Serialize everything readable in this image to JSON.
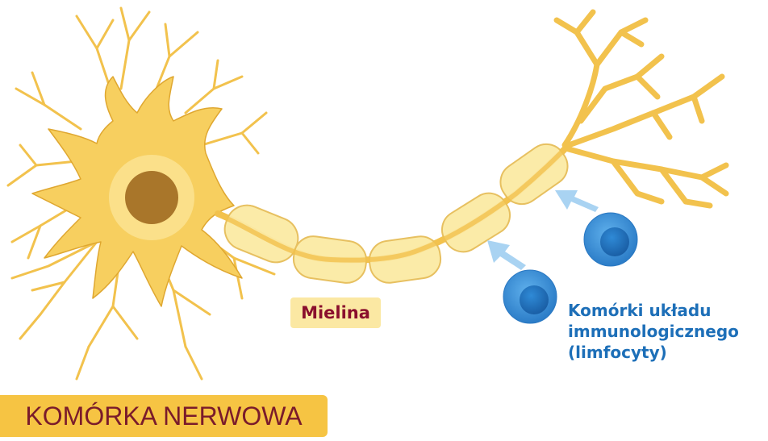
{
  "labels": {
    "myelin": "Mielina",
    "immune_cells_lines": [
      "Komórki układu",
      "immunologicznego",
      "(limfocyty)"
    ],
    "title": "KOMÓRKA NERWOWA"
  },
  "colors": {
    "neuron_fill": "#f7cf5f",
    "neuron_stroke": "#dfa730",
    "nucleus": "#a9762a",
    "myelin_fill": "#fbeaa4",
    "myelin_stroke": "#e6bd58",
    "lymphocyte": "#3a8fd6",
    "arrow": "#a9d3f2",
    "title_bg": "#f6c443",
    "title_text": "#7a1b2b",
    "myelin_text": "#8a0f2d",
    "immune_text": "#1d6fb8"
  }
}
